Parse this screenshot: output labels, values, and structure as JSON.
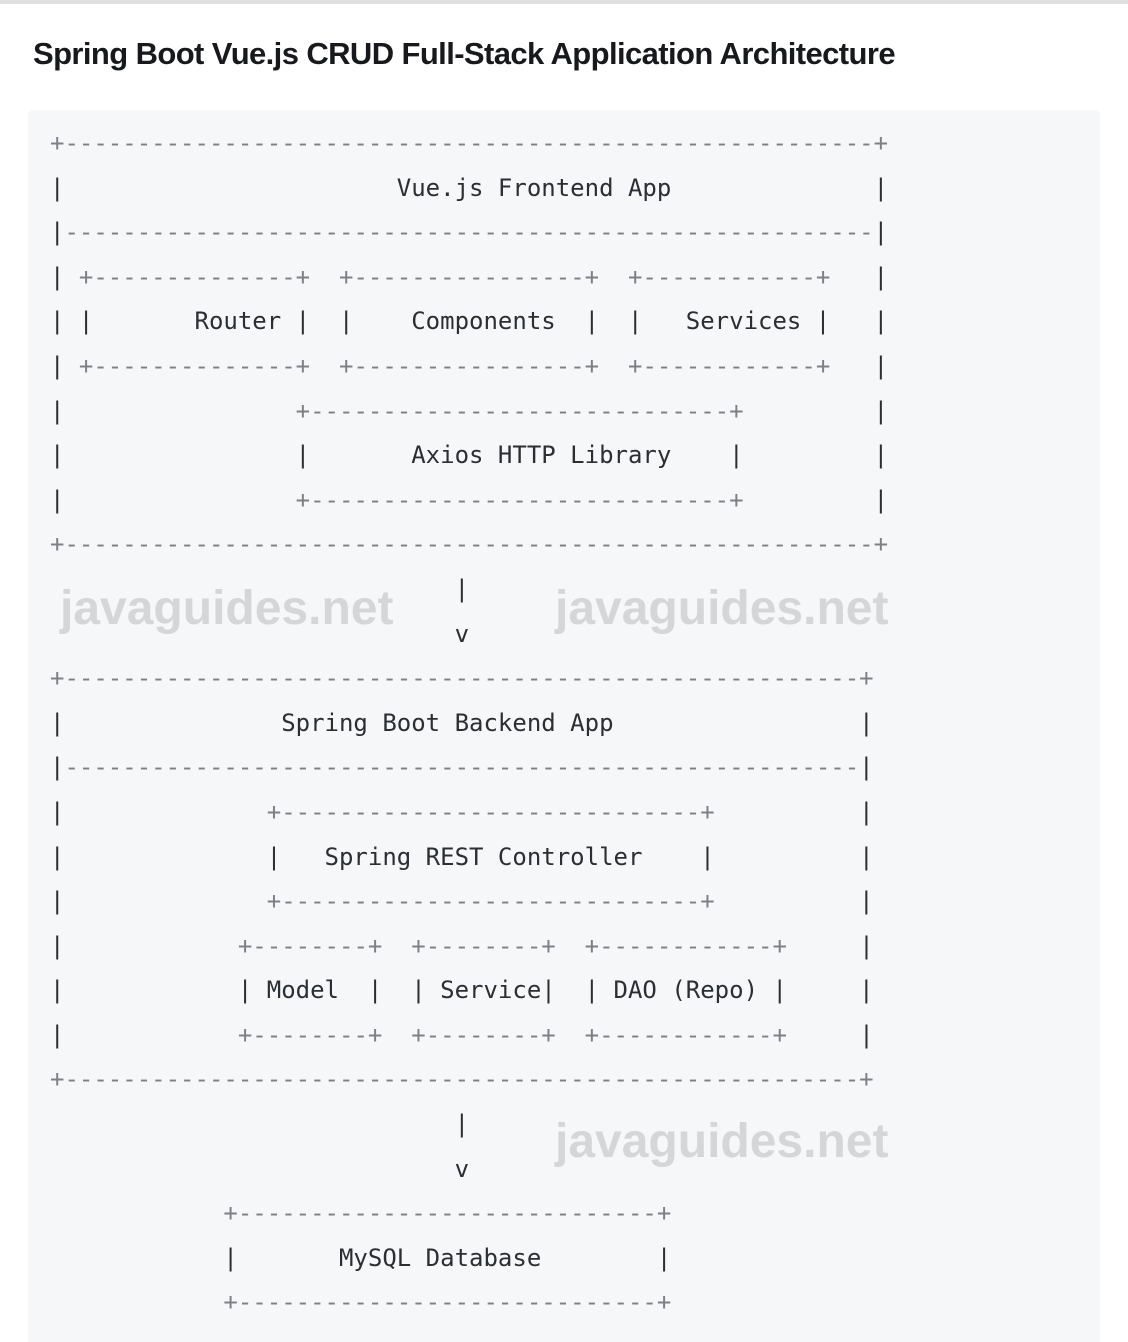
{
  "page": {
    "title": "Spring Boot Vue.js CRUD Full-Stack Application Architecture"
  },
  "watermark": {
    "text": "javaguides.net"
  },
  "colors": {
    "top_strip": "#e0e0e2",
    "title_text": "#17191c",
    "code_background": "#f5f7f9",
    "ascii_text": "#2b2f33",
    "ascii_dim": "#7d8186",
    "watermark_text": "#d5d6d8"
  },
  "diagram": {
    "lines": [
      "+--------------------------------------------------------+",
      "|                       Vue.js Frontend App              |",
      "|--------------------------------------------------------|",
      "| +--------------+  +----------------+  +------------+   |",
      "| |       Router |  |    Components  |  |   Services |   |",
      "| +--------------+  +----------------+  +------------+   |",
      "|                +-----------------------------+         |",
      "|                |       Axios HTTP Library    |         |",
      "|                +-----------------------------+         |",
      "+--------------------------------------------------------+",
      "                            |",
      "                            v",
      "+-------------------------------------------------------+",
      "|               Spring Boot Backend App                 |",
      "|-------------------------------------------------------|",
      "|              +-----------------------------+          |",
      "|              |   Spring REST Controller    |          |",
      "|              +-----------------------------+          |",
      "|            +--------+  +--------+  +------------+     |",
      "|            | Model  |  | Service|  | DAO (Repo) |     |",
      "|            +--------+  +--------+  +------------+     |",
      "+-------------------------------------------------------+",
      "                            |",
      "                            v",
      "            +-----------------------------+",
      "            |       MySQL Database        |",
      "            +-----------------------------+"
    ]
  }
}
